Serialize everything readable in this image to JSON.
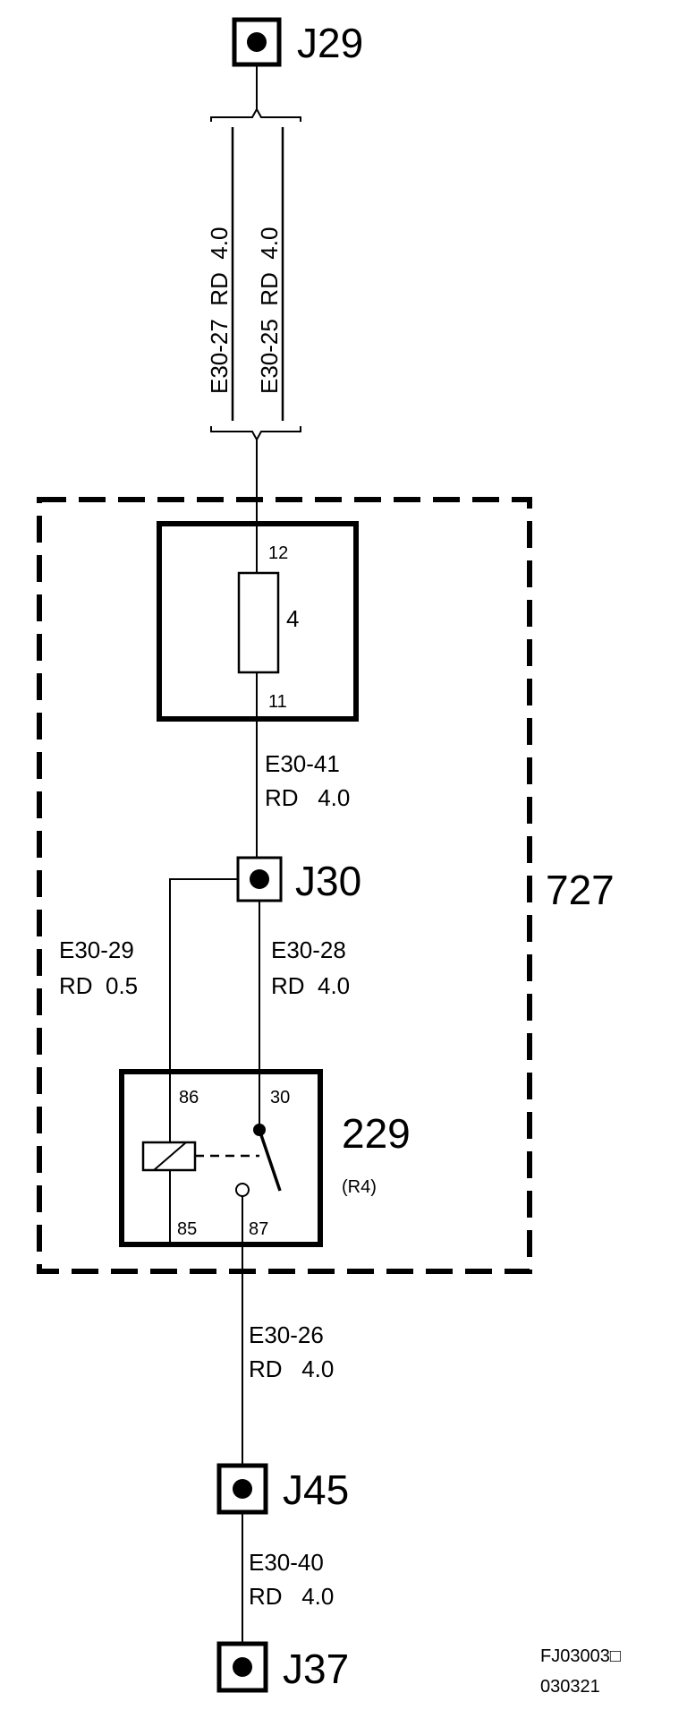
{
  "connectors": {
    "top": "J29",
    "j30": "J30",
    "j45": "J45",
    "bottom": "J37"
  },
  "bundle_wires": {
    "left": "E30-27  RD  4.0",
    "right": "E30-25  RD  4.0"
  },
  "module": {
    "number": "727"
  },
  "fuse": {
    "number": "4",
    "pin_in": "12",
    "pin_out": "11"
  },
  "relay": {
    "number": "229",
    "code": "(R4)",
    "pin_86": "86",
    "pin_30": "30",
    "pin_85": "85",
    "pin_87": "87"
  },
  "wires": {
    "e30_41": {
      "id": "E30-41",
      "spec": "RD   4.0"
    },
    "e30_29": {
      "id": "E30-29",
      "spec": "RD  0.5"
    },
    "e30_28": {
      "id": "E30-28",
      "spec": "RD  4.0"
    },
    "e30_26": {
      "id": "E30-26",
      "spec": "RD   4.0"
    },
    "e30_40": {
      "id": "E30-40",
      "spec": "RD   4.0"
    }
  },
  "footer": {
    "code": "FJ03003□",
    "date": "030321"
  }
}
